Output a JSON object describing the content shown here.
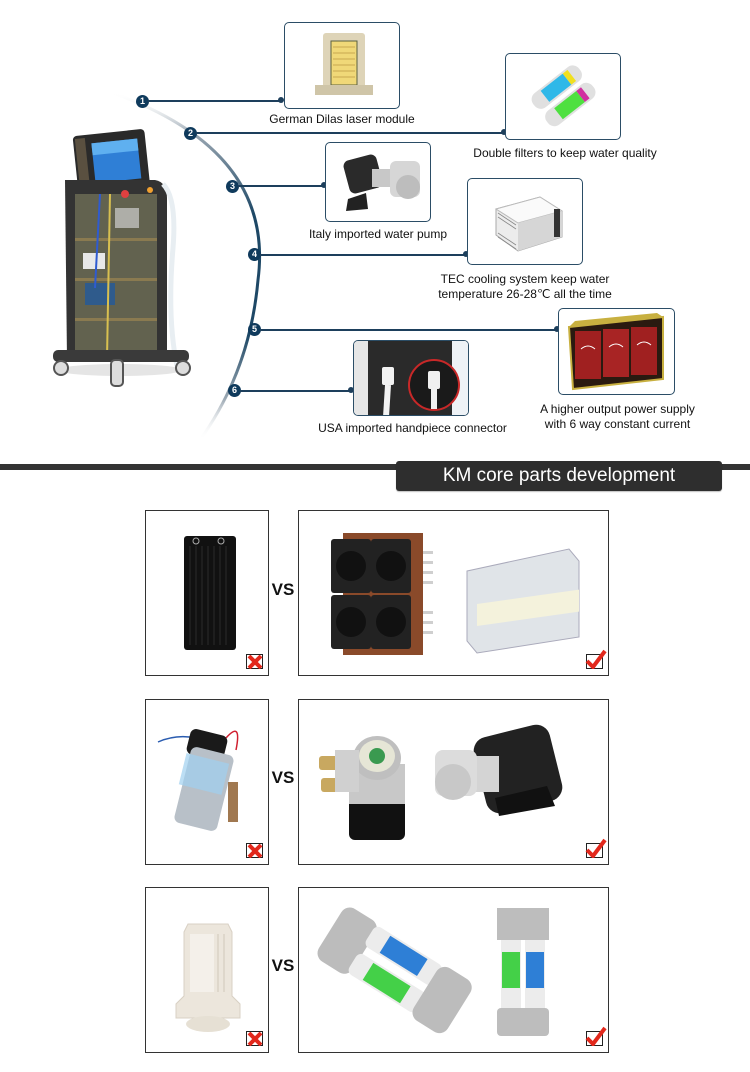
{
  "features": {
    "items": [
      {
        "number": "1",
        "caption_lines": [
          "German Dilas laser module"
        ],
        "image": "laser-module"
      },
      {
        "number": "2",
        "caption_lines": [
          "Double filters to keep water quality"
        ],
        "image": "double-filters"
      },
      {
        "number": "3",
        "caption_lines": [
          "Italy imported water pump"
        ],
        "image": "water-pump"
      },
      {
        "number": "4",
        "caption_lines": [
          "TEC cooling system keep water",
          "temperature 26-28℃  all the time"
        ],
        "image": "tec-cooling"
      },
      {
        "number": "5",
        "caption_lines": [
          "A higher output power supply",
          "with 6 way constant current"
        ],
        "image": "power-supply"
      },
      {
        "number": "6",
        "caption_lines": [
          "USA imported handpiece connector"
        ],
        "image": "handpiece-connector"
      }
    ],
    "colors": {
      "accent": "#0f3a5c",
      "line": "#1d3f5c"
    }
  },
  "section": {
    "title": "KM core parts development"
  },
  "comparisons": {
    "vs_label": "VS",
    "rows": [
      {
        "name": "radiator",
        "old": "radiator",
        "new": [
          "fan-heatsink",
          "tec-module"
        ],
        "old_mark": "cross",
        "new_mark": "check"
      },
      {
        "name": "pump",
        "old": "diaphragm-pump",
        "new": [
          "vertical-pump",
          "italy-pump"
        ],
        "old_mark": "cross",
        "new_mark": "check"
      },
      {
        "name": "filter",
        "old": "single-filter",
        "new": [
          "double-filter-angled",
          "double-filter-front"
        ],
        "old_mark": "cross",
        "new_mark": "check"
      }
    ],
    "colors": {
      "mark_red": "#e2281c"
    }
  }
}
